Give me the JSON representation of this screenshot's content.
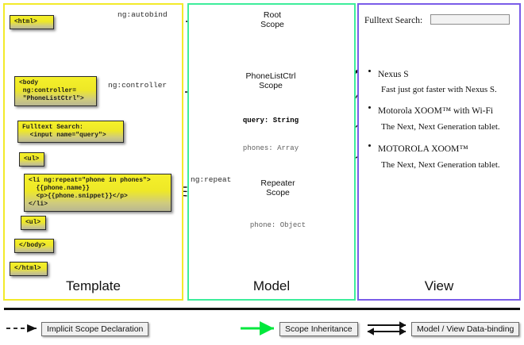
{
  "columns": [
    {
      "id": "template",
      "label": "Template",
      "border_color": "#f2ea2a"
    },
    {
      "id": "model",
      "label": "Model",
      "border_color": "#3ded9b"
    },
    {
      "id": "view",
      "label": "View",
      "border_color": "#7a5ce8"
    }
  ],
  "template": {
    "boxes": [
      {
        "name": "html-open-tag",
        "text": "<html>"
      },
      {
        "name": "body-controller",
        "text": "<body\n ng:controller=\n \"PhoneListCtrl\">"
      },
      {
        "name": "fulltext-search",
        "text": "Fulltext Search:\n  <input name=\"query\">"
      },
      {
        "name": "ul-open-tag",
        "text": "<ul>"
      },
      {
        "name": "li-ng-repeat",
        "text": "<li ng:repeat=\"phone in phones\">\n  {{phone.name}}\n  <p>{{phone.snippet}}</p>\n</li>"
      },
      {
        "name": "ul-close-tag",
        "text": "<ul>"
      },
      {
        "name": "body-close-tag",
        "text": "</body>"
      },
      {
        "name": "html-close-tag",
        "text": "</html>"
      }
    ]
  },
  "edges": {
    "autobind": "ng:autobind",
    "controller": "ng:controller",
    "repeat": "ng:repeat"
  },
  "model": {
    "scopes": [
      {
        "name": "root-scope",
        "title": "Root\nScope",
        "props": []
      },
      {
        "name": "phonelistctrl-scope",
        "title": "PhoneListCtrl\nScope",
        "props": [
          {
            "text": "query: String",
            "emphasis": "strong"
          },
          {
            "text": "phones: Array",
            "emphasis": "dim"
          }
        ]
      },
      {
        "name": "repeater-scope",
        "title": "Repeater\nScope",
        "props": [
          {
            "text": "phone: Object",
            "emphasis": "dim"
          }
        ]
      }
    ]
  },
  "view": {
    "search_label": "Fulltext Search:",
    "search_value": "",
    "phones": [
      {
        "name": "Nexus S",
        "snippet": "Fast just got faster with Nexus S."
      },
      {
        "name": "Motorola XOOM™  with Wi-Fi",
        "snippet": "The Next, Next Generation tablet."
      },
      {
        "name": "MOTOROLA XOOM™",
        "snippet": "The Next, Next Generation tablet."
      }
    ]
  },
  "legend": [
    {
      "name": "implicit-scope-declaration",
      "label": "Implicit Scope Declaration",
      "style": "dashed-arrow",
      "color": "#111111"
    },
    {
      "name": "scope-inheritance",
      "label": "Scope Inheritance",
      "style": "solid-arrow",
      "color": "#00e83c"
    },
    {
      "name": "model-view-data-binding",
      "label": "Model / View Data-binding",
      "style": "double-arrow",
      "color": "#111111"
    }
  ],
  "colors": {
    "scope_fill_light": "#e8fbee",
    "scope_fill_mid": "#7fe6a4",
    "scope_stroke": "#2b2b2b",
    "inherit_green": "#00e83c",
    "code_yellow": "#f2ea2a"
  }
}
